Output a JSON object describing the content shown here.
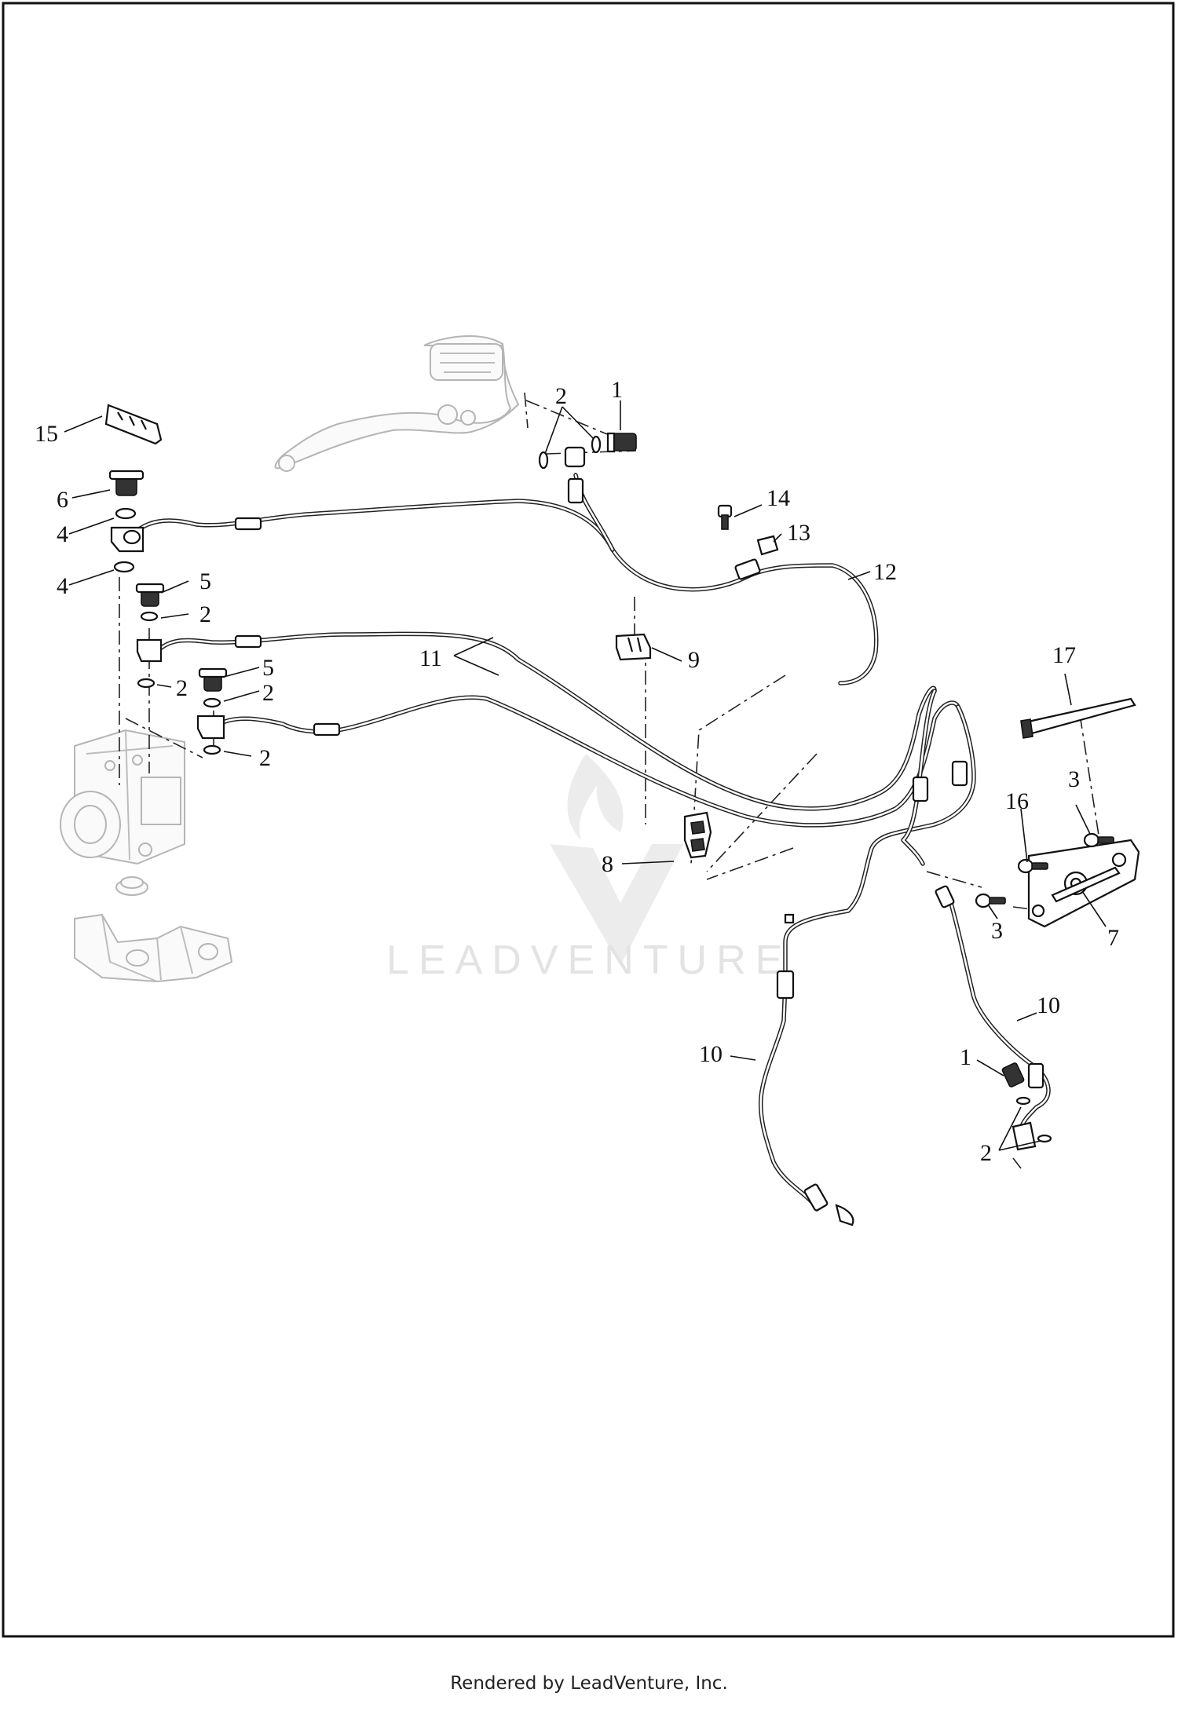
{
  "watermark": {
    "text": "LEADVENTURE"
  },
  "footer": {
    "text": "Rendered by LeadVenture, Inc."
  },
  "callouts": {
    "c1a": "1",
    "c2a": "2",
    "c15": "15",
    "c6": "6",
    "c4a": "4",
    "c4b": "4",
    "c5a": "5",
    "c2b": "2",
    "c5b": "5",
    "c2c": "2",
    "c2d": "2",
    "c2e": "2",
    "c14": "14",
    "c13": "13",
    "c12": "12",
    "c11": "11",
    "c9": "9",
    "c17": "17",
    "c16": "16",
    "c3a": "3",
    "c3b": "3",
    "c7": "7",
    "c8": "8",
    "c10a": "10",
    "c10b": "10",
    "c1b": "1",
    "c2f": "2"
  },
  "icons": {
    "watermark": "leadventure-flame-v-icon",
    "context_parts": [
      "hand-lever-icon",
      "abs-module-icon",
      "mounting-bracket-icon"
    ]
  }
}
